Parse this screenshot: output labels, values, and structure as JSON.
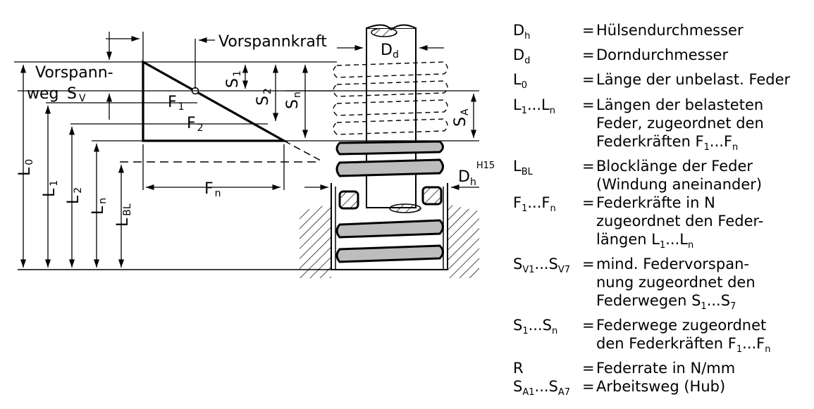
{
  "diagram": {
    "labels": {
      "vorspannkraft": "Vorspannkraft",
      "vorspannweg_line1": "Vorspann-",
      "vorspannweg_line2": "weg",
      "sv_main": "S",
      "sv_sub": "V",
      "dd_main": "D",
      "dd_sub": "d",
      "dh_main": "D",
      "dh_sub": "h",
      "dh_sup": "H15",
      "f1_main": "F",
      "f1_sub": "1",
      "f2_main": "F",
      "f2_sub": "2",
      "fn_main": "F",
      "fn_sub": "n",
      "s1_main": "S",
      "s1_sub": "1",
      "s2_main": "S",
      "s2_sub": "2",
      "sn_main": "S",
      "sn_sub": "n",
      "sa_main": "S",
      "sa_sub": "A",
      "l0_main": "L",
      "l0_sub": "0",
      "l1_main": "L",
      "l1_sub": "1",
      "l2_main": "L",
      "l2_sub": "2",
      "ln_main": "L",
      "ln_sub": "n",
      "lbl_main": "L",
      "lbl_sub": "BL"
    }
  },
  "legend": [
    {
      "sym": "D<sub>h</sub>",
      "desc": "Hülsendurchmesser"
    },
    {
      "sym": "D<sub>d</sub>",
      "desc": "Dorndurchmesser"
    },
    {
      "sym": "L<sub>0</sub>",
      "desc": "Länge der unbelast. Feder"
    },
    {
      "sym": "L<sub>1</sub>...L<sub>n</sub>",
      "desc": "Längen der belasteten\nFeder, zugeordnet den\nFederkräften F<sub>1</sub>...F<sub>n</sub>"
    },
    {
      "sym": "L<sub>BL</sub>",
      "desc": "Blocklänge der Feder\n(Windung aneinander)"
    },
    {
      "sym": "F<sub>1</sub>...F<sub>n</sub>",
      "desc": "Federkräfte in N\nzugeordnet den Feder-\nlängen L<sub>1</sub>...L<sub>n</sub>"
    },
    {
      "sym": "S<sub>V1</sub>...S<sub>V7</sub>",
      "desc": "mind. Federvorspan-\nnung zugeordnet den\nFederwegen S<sub>1</sub>...S<sub>7</sub>"
    },
    {
      "sym": "S<sub>1</sub>...S<sub>n</sub>",
      "desc": "Federwege zugeordnet\nden Federkräften F<sub>1</sub>...F<sub>n</sub>"
    },
    {
      "sym": "R",
      "desc": "Federrate in N/mm"
    },
    {
      "sym": "S<sub>A1</sub>...S<sub>A7</sub>",
      "desc": "Arbeitsweg (Hub)"
    }
  ],
  "equals_sign": "="
}
